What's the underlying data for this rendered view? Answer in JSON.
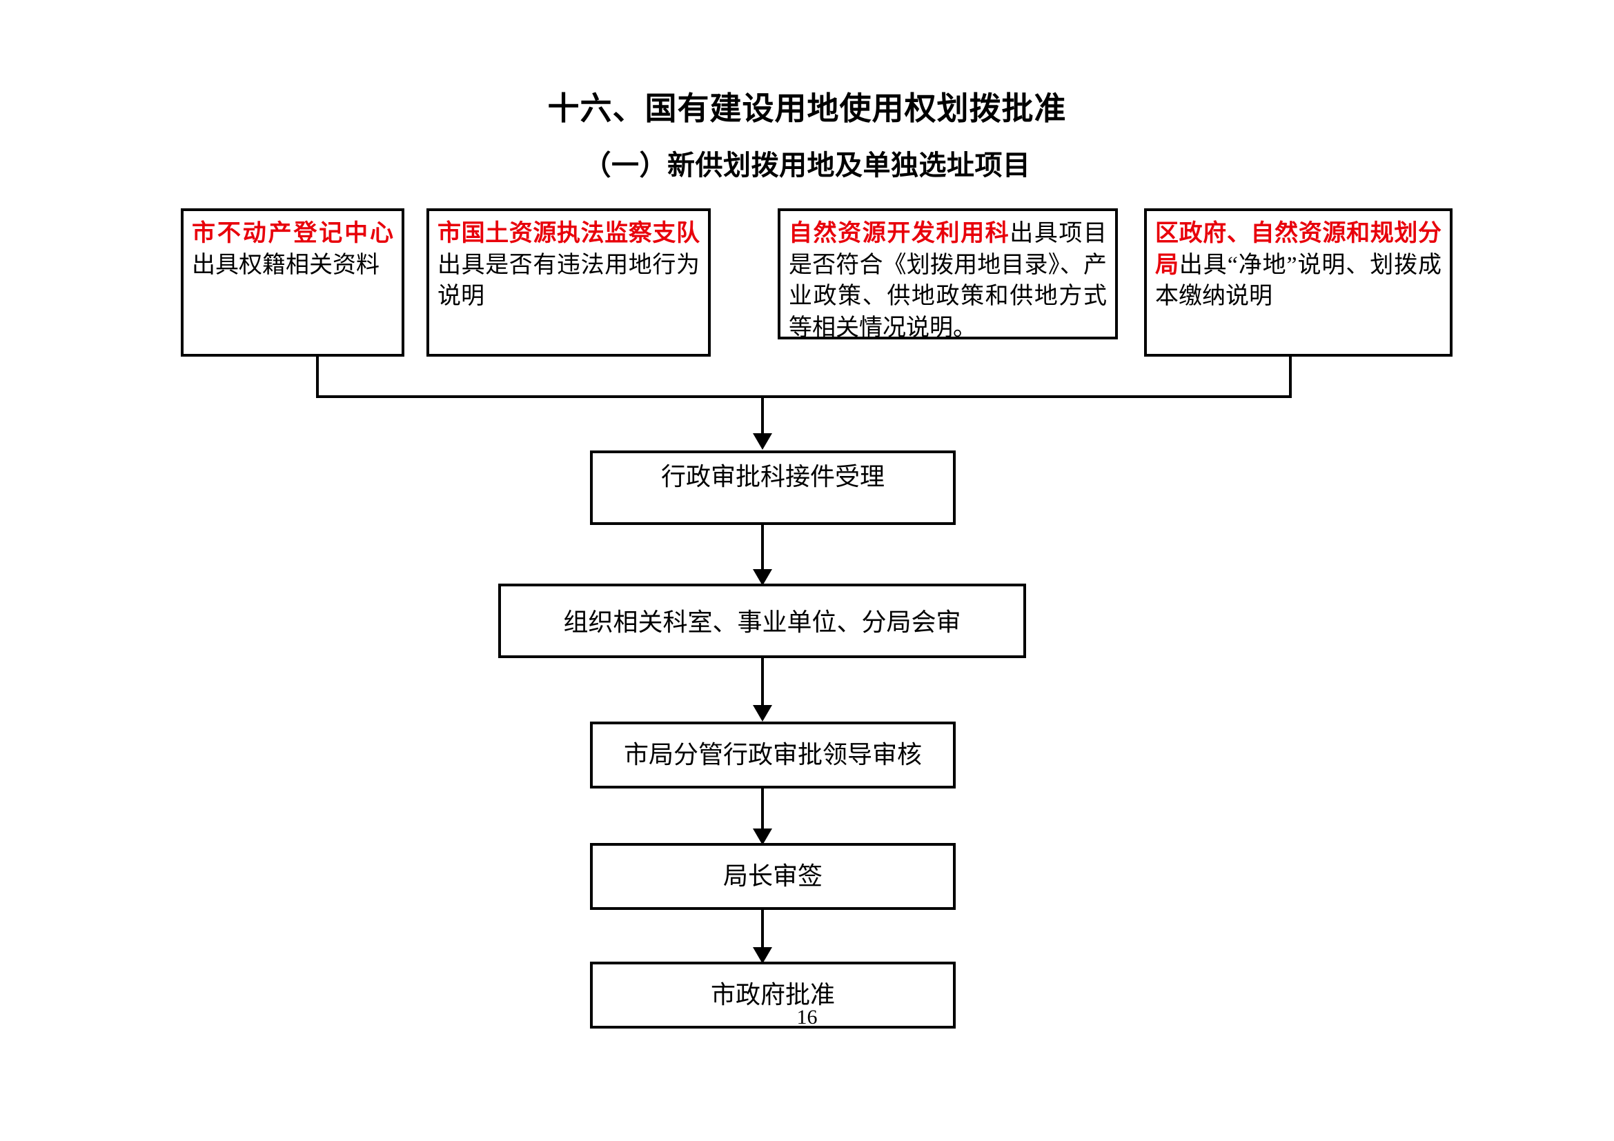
{
  "document": {
    "title": "十六、国有建设用地使用权划拨批准",
    "subtitle": "（一）新供划拨用地及单独选址项目",
    "page_number": "16"
  },
  "colors": {
    "org_red": "#e8000b",
    "line_black": "#000000",
    "background": "#ffffff"
  },
  "source_nodes": [
    {
      "org": "市不动产登记中心",
      "detail": "出具权籍相关资料"
    },
    {
      "org": "市国土资源执法监察支队",
      "detail": "出具是否有违法用地行为说明"
    },
    {
      "org": "自然资源开发利用科",
      "detail": "出具项目是否符合《划拨用地目录》、产业政策、供地政策和供地方式等相关情况说明。"
    },
    {
      "org": "区政府、自然资源和规划分局",
      "detail": "出具“净地”说明、划拨成本缴纳说明"
    }
  ],
  "flow_nodes": [
    {
      "label": "行政审批科接件受理"
    },
    {
      "label": "组织相关科室、事业单位、分局会审"
    },
    {
      "label": "市局分管行政审批领导审核"
    },
    {
      "label": "局长审签"
    },
    {
      "label": "市政府批准"
    }
  ]
}
